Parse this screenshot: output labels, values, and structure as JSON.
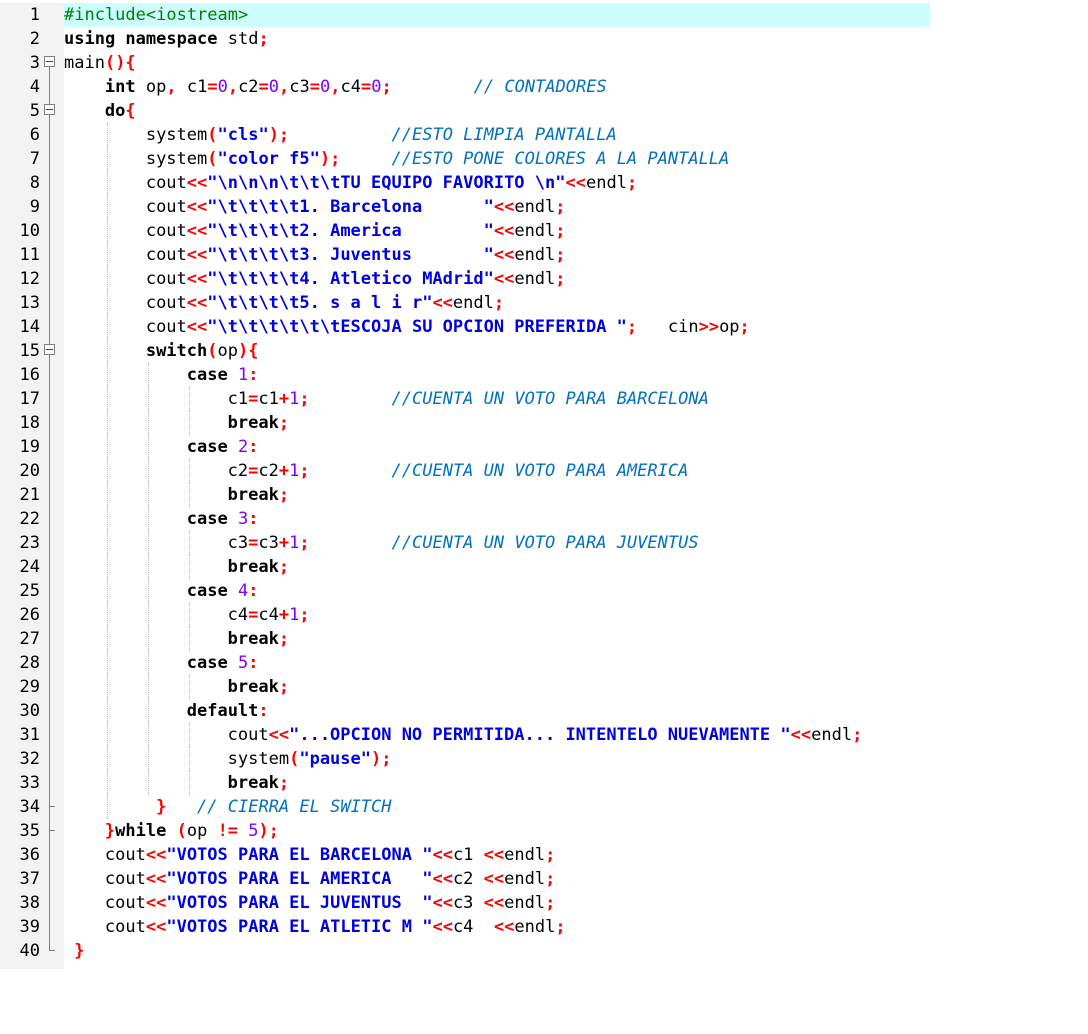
{
  "editor": {
    "language": "cpp",
    "active_line": 1,
    "colors": {
      "keyword": "#000000",
      "string": "#0000e0",
      "number": "#8000ff",
      "operator": "#ff0000",
      "comment": "#0070c0",
      "preprocessor": "#008000",
      "current_line": "#ccfcfc",
      "gutter": "#f3f3f3"
    },
    "lines": [
      {
        "n": "1",
        "fold": "",
        "indent": 0,
        "tokens": [
          [
            "pp",
            "#include<iostream>"
          ]
        ]
      },
      {
        "n": "2",
        "fold": "",
        "indent": 0,
        "tokens": [
          [
            "kw",
            "using namespace"
          ],
          [
            "plain",
            " std"
          ],
          [
            "op",
            ";"
          ]
        ]
      },
      {
        "n": "3",
        "fold": "open",
        "indent": 0,
        "tokens": [
          [
            "plain",
            "main"
          ],
          [
            "op",
            "(){"
          ]
        ]
      },
      {
        "n": "4",
        "fold": "",
        "indent": 1,
        "tokens": [
          [
            "kw",
            "int"
          ],
          [
            "plain",
            " op"
          ],
          [
            "op",
            ","
          ],
          [
            "plain",
            " c1"
          ],
          [
            "op",
            "="
          ],
          [
            "num",
            "0"
          ],
          [
            "op",
            ","
          ],
          [
            "plain",
            "c2"
          ],
          [
            "op",
            "="
          ],
          [
            "num",
            "0"
          ],
          [
            "op",
            ","
          ],
          [
            "plain",
            "c3"
          ],
          [
            "op",
            "="
          ],
          [
            "num",
            "0"
          ],
          [
            "op",
            ","
          ],
          [
            "plain",
            "c4"
          ],
          [
            "op",
            "="
          ],
          [
            "num",
            "0"
          ],
          [
            "op",
            ";"
          ],
          [
            "plain",
            "        "
          ],
          [
            "cmt",
            "// CONTADORES"
          ]
        ]
      },
      {
        "n": "5",
        "fold": "open",
        "indent": 1,
        "tokens": [
          [
            "kw",
            "do"
          ],
          [
            "op",
            "{"
          ]
        ]
      },
      {
        "n": "6",
        "fold": "",
        "indent": 2,
        "tokens": [
          [
            "plain",
            "system"
          ],
          [
            "op",
            "("
          ],
          [
            "str",
            "\"cls\""
          ],
          [
            "op",
            ");"
          ],
          [
            "plain",
            "          "
          ],
          [
            "cmt",
            "//ESTO LIMPIA PANTALLA"
          ]
        ]
      },
      {
        "n": "7",
        "fold": "",
        "indent": 2,
        "tokens": [
          [
            "plain",
            "system"
          ],
          [
            "op",
            "("
          ],
          [
            "str",
            "\"color f5\""
          ],
          [
            "op",
            ");"
          ],
          [
            "plain",
            "     "
          ],
          [
            "cmt",
            "//ESTO PONE COLORES A LA PANTALLA"
          ]
        ]
      },
      {
        "n": "8",
        "fold": "",
        "indent": 2,
        "tokens": [
          [
            "plain",
            "cout"
          ],
          [
            "op",
            "<<"
          ],
          [
            "str",
            "\"\\n\\n\\n\\t\\t\\tTU EQUIPO FAVORITO \\n\""
          ],
          [
            "op",
            "<<"
          ],
          [
            "plain",
            "endl"
          ],
          [
            "op",
            ";"
          ]
        ]
      },
      {
        "n": "9",
        "fold": "",
        "indent": 2,
        "tokens": [
          [
            "plain",
            "cout"
          ],
          [
            "op",
            "<<"
          ],
          [
            "str",
            "\"\\t\\t\\t\\t1. Barcelona      \""
          ],
          [
            "op",
            "<<"
          ],
          [
            "plain",
            "endl"
          ],
          [
            "op",
            ";"
          ]
        ]
      },
      {
        "n": "10",
        "fold": "",
        "indent": 2,
        "tokens": [
          [
            "plain",
            "cout"
          ],
          [
            "op",
            "<<"
          ],
          [
            "str",
            "\"\\t\\t\\t\\t2. America        \""
          ],
          [
            "op",
            "<<"
          ],
          [
            "plain",
            "endl"
          ],
          [
            "op",
            ";"
          ]
        ]
      },
      {
        "n": "11",
        "fold": "",
        "indent": 2,
        "tokens": [
          [
            "plain",
            "cout"
          ],
          [
            "op",
            "<<"
          ],
          [
            "str",
            "\"\\t\\t\\t\\t3. Juventus       \""
          ],
          [
            "op",
            "<<"
          ],
          [
            "plain",
            "endl"
          ],
          [
            "op",
            ";"
          ]
        ]
      },
      {
        "n": "12",
        "fold": "",
        "indent": 2,
        "tokens": [
          [
            "plain",
            "cout"
          ],
          [
            "op",
            "<<"
          ],
          [
            "str",
            "\"\\t\\t\\t\\t4. Atletico MAdrid\""
          ],
          [
            "op",
            "<<"
          ],
          [
            "plain",
            "endl"
          ],
          [
            "op",
            ";"
          ]
        ]
      },
      {
        "n": "13",
        "fold": "",
        "indent": 2,
        "tokens": [
          [
            "plain",
            "cout"
          ],
          [
            "op",
            "<<"
          ],
          [
            "str",
            "\"\\t\\t\\t\\t5. s a l i r\""
          ],
          [
            "op",
            "<<"
          ],
          [
            "plain",
            "endl"
          ],
          [
            "op",
            ";"
          ]
        ]
      },
      {
        "n": "14",
        "fold": "",
        "indent": 2,
        "tokens": [
          [
            "plain",
            "cout"
          ],
          [
            "op",
            "<<"
          ],
          [
            "str",
            "\"\\t\\t\\t\\t\\t\\tESCOJA SU OPCION PREFERIDA \""
          ],
          [
            "op",
            ";"
          ],
          [
            "plain",
            "   cin"
          ],
          [
            "op",
            ">>"
          ],
          [
            "plain",
            "op"
          ],
          [
            "op",
            ";"
          ]
        ]
      },
      {
        "n": "15",
        "fold": "open",
        "indent": 2,
        "tokens": [
          [
            "kw",
            "switch"
          ],
          [
            "op",
            "("
          ],
          [
            "plain",
            "op"
          ],
          [
            "op",
            "){"
          ]
        ]
      },
      {
        "n": "16",
        "fold": "",
        "indent": 3,
        "tokens": [
          [
            "kw",
            "case"
          ],
          [
            "plain",
            " "
          ],
          [
            "num",
            "1"
          ],
          [
            "op",
            ":"
          ]
        ]
      },
      {
        "n": "17",
        "fold": "",
        "indent": 4,
        "tokens": [
          [
            "plain",
            "c1"
          ],
          [
            "op",
            "="
          ],
          [
            "plain",
            "c1"
          ],
          [
            "op",
            "+"
          ],
          [
            "num",
            "1"
          ],
          [
            "op",
            ";"
          ],
          [
            "plain",
            "        "
          ],
          [
            "cmt",
            "//CUENTA UN VOTO PARA BARCELONA"
          ]
        ]
      },
      {
        "n": "18",
        "fold": "",
        "indent": 4,
        "tokens": [
          [
            "kw",
            "break"
          ],
          [
            "op",
            ";"
          ]
        ]
      },
      {
        "n": "19",
        "fold": "",
        "indent": 3,
        "tokens": [
          [
            "kw",
            "case"
          ],
          [
            "plain",
            " "
          ],
          [
            "num",
            "2"
          ],
          [
            "op",
            ":"
          ]
        ]
      },
      {
        "n": "20",
        "fold": "",
        "indent": 4,
        "tokens": [
          [
            "plain",
            "c2"
          ],
          [
            "op",
            "="
          ],
          [
            "plain",
            "c2"
          ],
          [
            "op",
            "+"
          ],
          [
            "num",
            "1"
          ],
          [
            "op",
            ";"
          ],
          [
            "plain",
            "        "
          ],
          [
            "cmt",
            "//CUENTA UN VOTO PARA AMERICA"
          ]
        ]
      },
      {
        "n": "21",
        "fold": "",
        "indent": 4,
        "tokens": [
          [
            "kw",
            "break"
          ],
          [
            "op",
            ";"
          ]
        ]
      },
      {
        "n": "22",
        "fold": "",
        "indent": 3,
        "tokens": [
          [
            "kw",
            "case"
          ],
          [
            "plain",
            " "
          ],
          [
            "num",
            "3"
          ],
          [
            "op",
            ":"
          ]
        ]
      },
      {
        "n": "23",
        "fold": "",
        "indent": 4,
        "tokens": [
          [
            "plain",
            "c3"
          ],
          [
            "op",
            "="
          ],
          [
            "plain",
            "c3"
          ],
          [
            "op",
            "+"
          ],
          [
            "num",
            "1"
          ],
          [
            "op",
            ";"
          ],
          [
            "plain",
            "        "
          ],
          [
            "cmt",
            "//CUENTA UN VOTO PARA JUVENTUS"
          ]
        ]
      },
      {
        "n": "24",
        "fold": "",
        "indent": 4,
        "tokens": [
          [
            "kw",
            "break"
          ],
          [
            "op",
            ";"
          ]
        ]
      },
      {
        "n": "25",
        "fold": "",
        "indent": 3,
        "tokens": [
          [
            "kw",
            "case"
          ],
          [
            "plain",
            " "
          ],
          [
            "num",
            "4"
          ],
          [
            "op",
            ":"
          ]
        ]
      },
      {
        "n": "26",
        "fold": "",
        "indent": 4,
        "tokens": [
          [
            "plain",
            "c4"
          ],
          [
            "op",
            "="
          ],
          [
            "plain",
            "c4"
          ],
          [
            "op",
            "+"
          ],
          [
            "num",
            "1"
          ],
          [
            "op",
            ";"
          ]
        ]
      },
      {
        "n": "27",
        "fold": "",
        "indent": 4,
        "tokens": [
          [
            "kw",
            "break"
          ],
          [
            "op",
            ";"
          ]
        ]
      },
      {
        "n": "28",
        "fold": "",
        "indent": 3,
        "tokens": [
          [
            "kw",
            "case"
          ],
          [
            "plain",
            " "
          ],
          [
            "num",
            "5"
          ],
          [
            "op",
            ":"
          ]
        ]
      },
      {
        "n": "29",
        "fold": "",
        "indent": 4,
        "tokens": [
          [
            "kw",
            "break"
          ],
          [
            "op",
            ";"
          ]
        ]
      },
      {
        "n": "30",
        "fold": "",
        "indent": 3,
        "tokens": [
          [
            "kw",
            "default"
          ],
          [
            "op",
            ":"
          ]
        ]
      },
      {
        "n": "31",
        "fold": "",
        "indent": 4,
        "tokens": [
          [
            "plain",
            "cout"
          ],
          [
            "op",
            "<<"
          ],
          [
            "str",
            "\"...OPCION NO PERMITIDA... INTENTELO NUEVAMENTE \""
          ],
          [
            "op",
            "<<"
          ],
          [
            "plain",
            "endl"
          ],
          [
            "op",
            ";"
          ]
        ]
      },
      {
        "n": "32",
        "fold": "",
        "indent": 4,
        "tokens": [
          [
            "plain",
            "system"
          ],
          [
            "op",
            "("
          ],
          [
            "str",
            "\"pause\""
          ],
          [
            "op",
            ");"
          ]
        ]
      },
      {
        "n": "33",
        "fold": "",
        "indent": 4,
        "tokens": [
          [
            "kw",
            "break"
          ],
          [
            "op",
            ";"
          ]
        ]
      },
      {
        "n": "34",
        "fold": "end",
        "indent": 2,
        "tokens": [
          [
            "plain",
            " "
          ],
          [
            "op",
            "}"
          ],
          [
            "plain",
            "   "
          ],
          [
            "cmt",
            "// CIERRA EL SWITCH"
          ]
        ]
      },
      {
        "n": "35",
        "fold": "end",
        "indent": 1,
        "tokens": [
          [
            "op",
            "}"
          ],
          [
            "kw",
            "while"
          ],
          [
            "plain",
            " "
          ],
          [
            "op",
            "("
          ],
          [
            "plain",
            "op "
          ],
          [
            "op",
            "!="
          ],
          [
            "plain",
            " "
          ],
          [
            "num",
            "5"
          ],
          [
            "op",
            ");"
          ]
        ]
      },
      {
        "n": "36",
        "fold": "",
        "indent": 1,
        "tokens": [
          [
            "plain",
            "cout"
          ],
          [
            "op",
            "<<"
          ],
          [
            "str",
            "\"VOTOS PARA EL BARCELONA \""
          ],
          [
            "op",
            "<<"
          ],
          [
            "plain",
            "c1 "
          ],
          [
            "op",
            "<<"
          ],
          [
            "plain",
            "endl"
          ],
          [
            "op",
            ";"
          ]
        ]
      },
      {
        "n": "37",
        "fold": "",
        "indent": 1,
        "tokens": [
          [
            "plain",
            "cout"
          ],
          [
            "op",
            "<<"
          ],
          [
            "str",
            "\"VOTOS PARA EL AMERICA   \""
          ],
          [
            "op",
            "<<"
          ],
          [
            "plain",
            "c2 "
          ],
          [
            "op",
            "<<"
          ],
          [
            "plain",
            "endl"
          ],
          [
            "op",
            ";"
          ]
        ]
      },
      {
        "n": "38",
        "fold": "",
        "indent": 1,
        "tokens": [
          [
            "plain",
            "cout"
          ],
          [
            "op",
            "<<"
          ],
          [
            "str",
            "\"VOTOS PARA EL JUVENTUS  \""
          ],
          [
            "op",
            "<<"
          ],
          [
            "plain",
            "c3 "
          ],
          [
            "op",
            "<<"
          ],
          [
            "plain",
            "endl"
          ],
          [
            "op",
            ";"
          ]
        ]
      },
      {
        "n": "39",
        "fold": "",
        "indent": 1,
        "tokens": [
          [
            "plain",
            "cout"
          ],
          [
            "op",
            "<<"
          ],
          [
            "str",
            "\"VOTOS PARA EL ATLETIC M \""
          ],
          [
            "op",
            "<<"
          ],
          [
            "plain",
            "c4  "
          ],
          [
            "op",
            "<<"
          ],
          [
            "plain",
            "endl"
          ],
          [
            "op",
            ";"
          ]
        ]
      },
      {
        "n": "40",
        "fold": "end",
        "indent": 0,
        "tokens": [
          [
            "plain",
            " "
          ],
          [
            "op",
            "}"
          ]
        ]
      }
    ]
  }
}
